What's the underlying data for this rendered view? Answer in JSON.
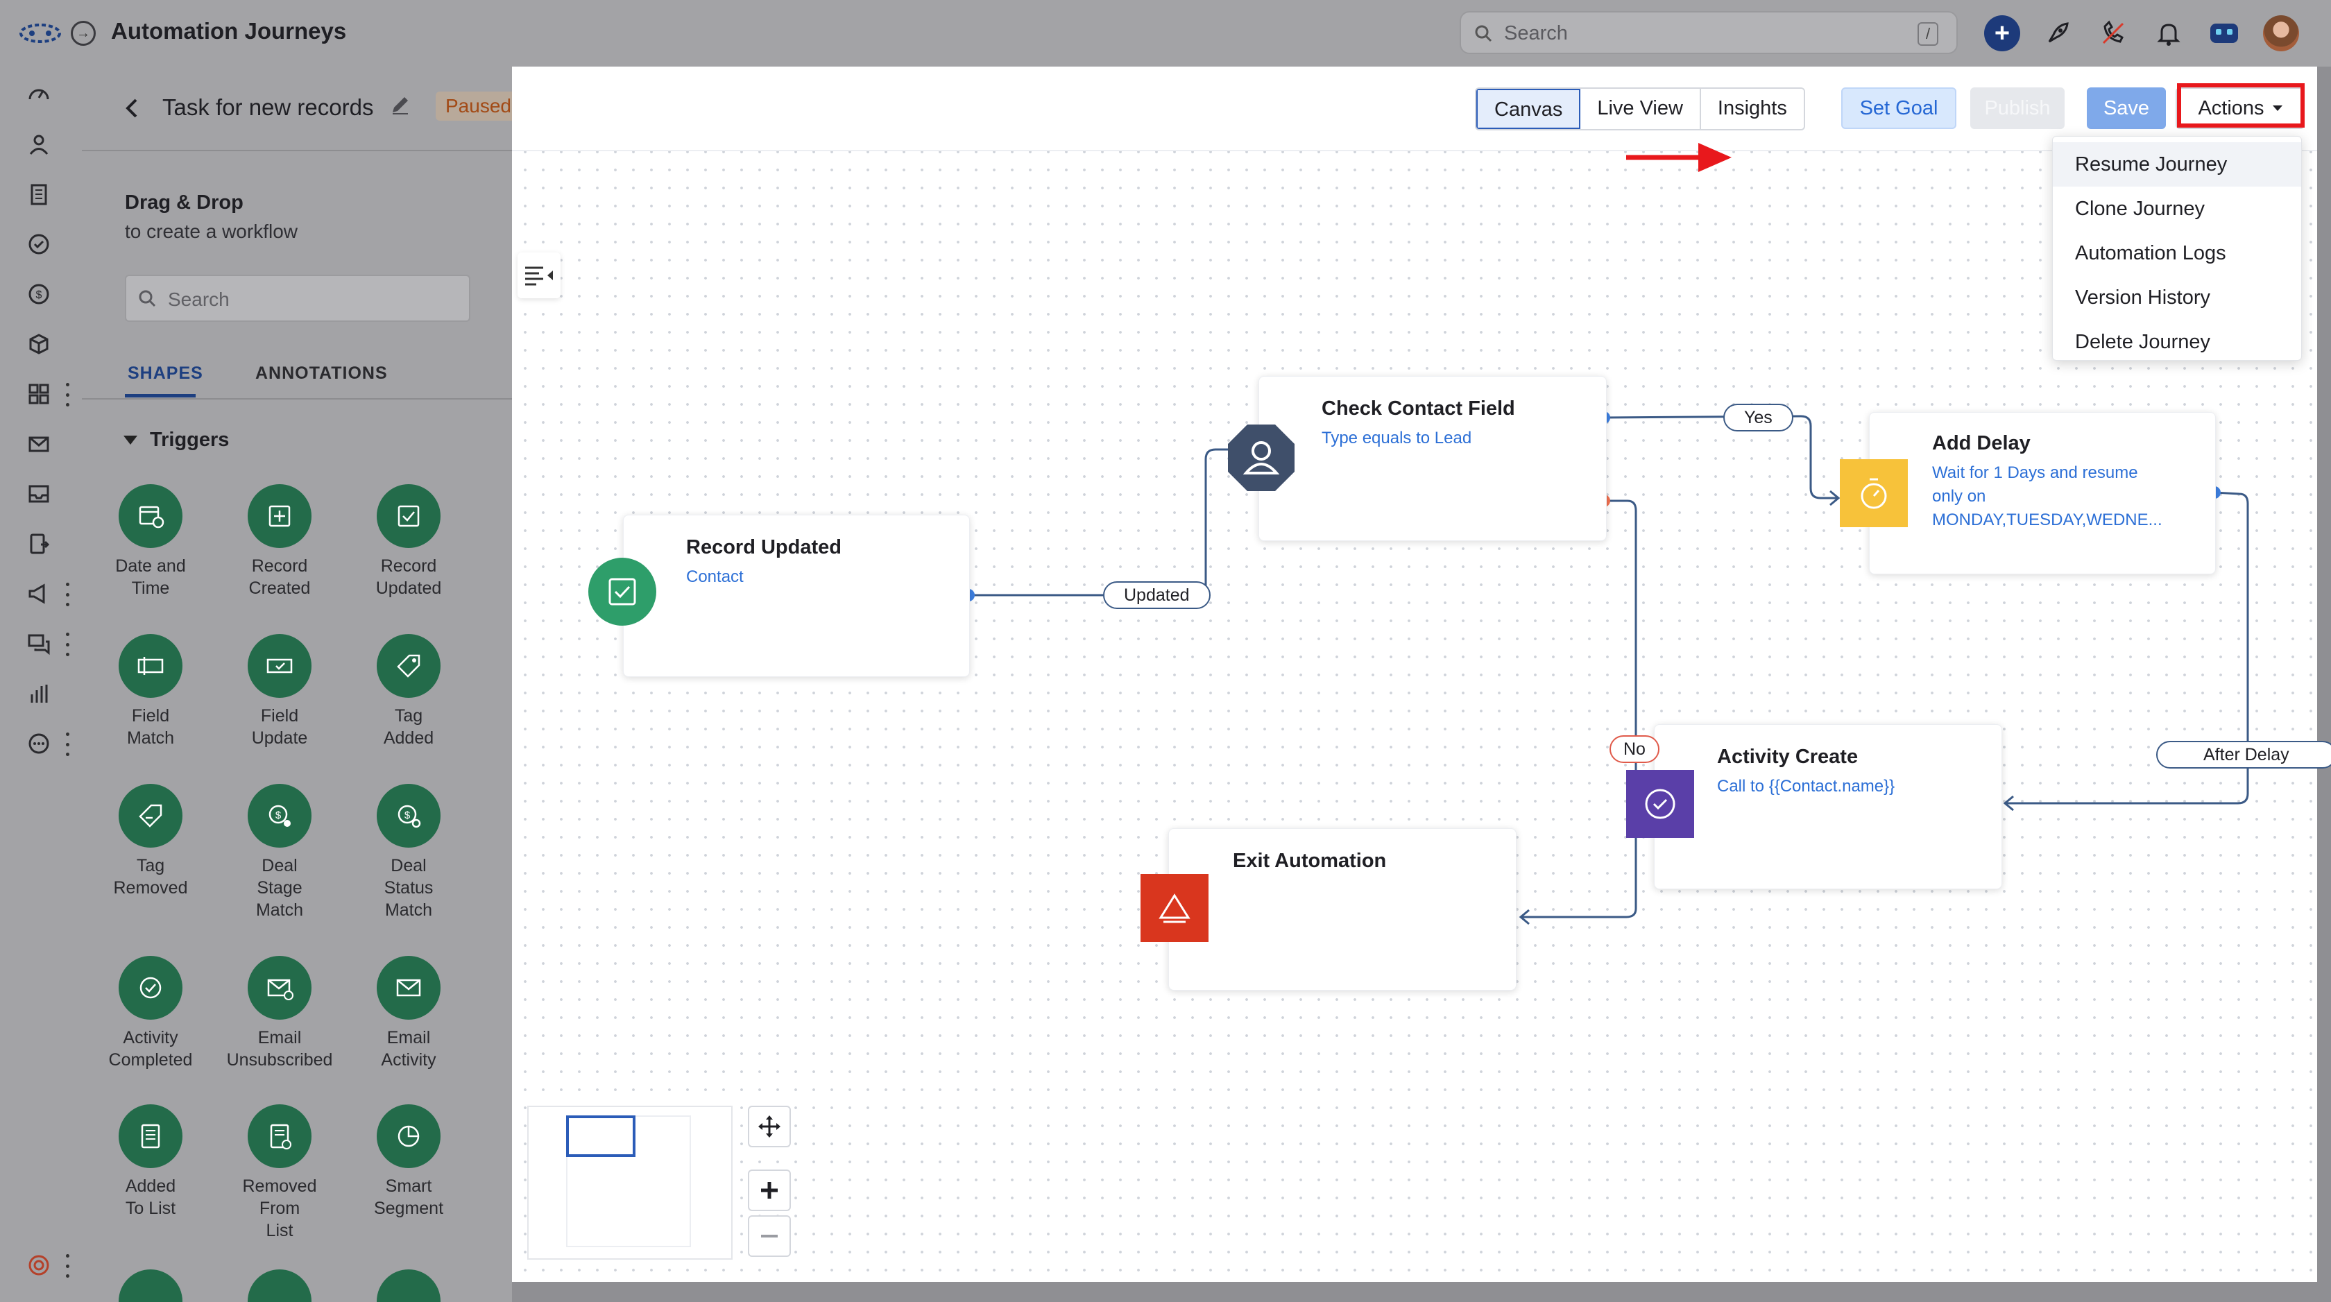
{
  "app": {
    "title": "Automation Journeys"
  },
  "search": {
    "placeholder": "Search",
    "shortcut": "/"
  },
  "journey": {
    "name": "Task for new records",
    "status": "Paused"
  },
  "panel": {
    "title": "Drag & Drop",
    "subtitle": "to create a workflow",
    "search_placeholder": "Search",
    "tabs": [
      "SHAPES",
      "ANNOTATIONS"
    ],
    "section": "Triggers",
    "shapes": [
      {
        "label": "Date and\nTime",
        "icon": "calendar-clock-icon"
      },
      {
        "label": "Record\nCreated",
        "icon": "plus-square-icon"
      },
      {
        "label": "Record\nUpdated",
        "icon": "check-square-icon"
      },
      {
        "label": "Field\nMatch",
        "icon": "field-icon"
      },
      {
        "label": "Field\nUpdate",
        "icon": "field-check-icon"
      },
      {
        "label": "Tag\nAdded",
        "icon": "tag-icon"
      },
      {
        "label": "Tag\nRemoved",
        "icon": "tag-remove-icon"
      },
      {
        "label": "Deal\nStage\nMatch",
        "icon": "deal-stage-icon"
      },
      {
        "label": "Deal\nStatus\nMatch",
        "icon": "deal-status-icon"
      },
      {
        "label": "Activity\nCompleted",
        "icon": "check-circle-icon"
      },
      {
        "label": "Email\nUnsubscribed",
        "icon": "mail-minus-icon"
      },
      {
        "label": "Email\nActivity",
        "icon": "mail-icon"
      },
      {
        "label": "Added\nTo List",
        "icon": "list-icon"
      },
      {
        "label": "Removed\nFrom\nList",
        "icon": "list-remove-icon"
      },
      {
        "label": "Smart\nSegment",
        "icon": "segment-icon"
      }
    ]
  },
  "toolbar": {
    "view_tabs": [
      "Canvas",
      "Live View",
      "Insights"
    ],
    "active_view": "Canvas",
    "set_goal": "Set Goal",
    "publish": "Publish",
    "save": "Save",
    "actions": "Actions"
  },
  "actions_menu": [
    "Resume Journey",
    "Clone Journey",
    "Automation Logs",
    "Version History",
    "Delete Journey"
  ],
  "nodes": {
    "record_updated": {
      "title": "Record Updated",
      "sub": "Contact"
    },
    "check_contact": {
      "title": "Check Contact Field",
      "sub": "Type equals to Lead"
    },
    "add_delay": {
      "title": "Add Delay",
      "sub": "Wait for 1 Days and resume only on MONDAY,TUESDAY,WEDNE..."
    },
    "activity_create": {
      "title": "Activity Create",
      "sub": "Call to {{Contact.name}}"
    },
    "exit": {
      "title": "Exit Automation"
    }
  },
  "edges": {
    "updated": "Updated",
    "yes": "Yes",
    "no": "No",
    "after_delay": "After Delay"
  },
  "colors": {
    "accent": "#2b5cb8",
    "trigger_green": "#2e9e6a",
    "contact_dark": "#3f4f6a",
    "delay_yellow": "#f7c23a",
    "activity_purple": "#5a3fa8",
    "exit_red": "#d9361e",
    "highlight_red": "#e8181c"
  }
}
